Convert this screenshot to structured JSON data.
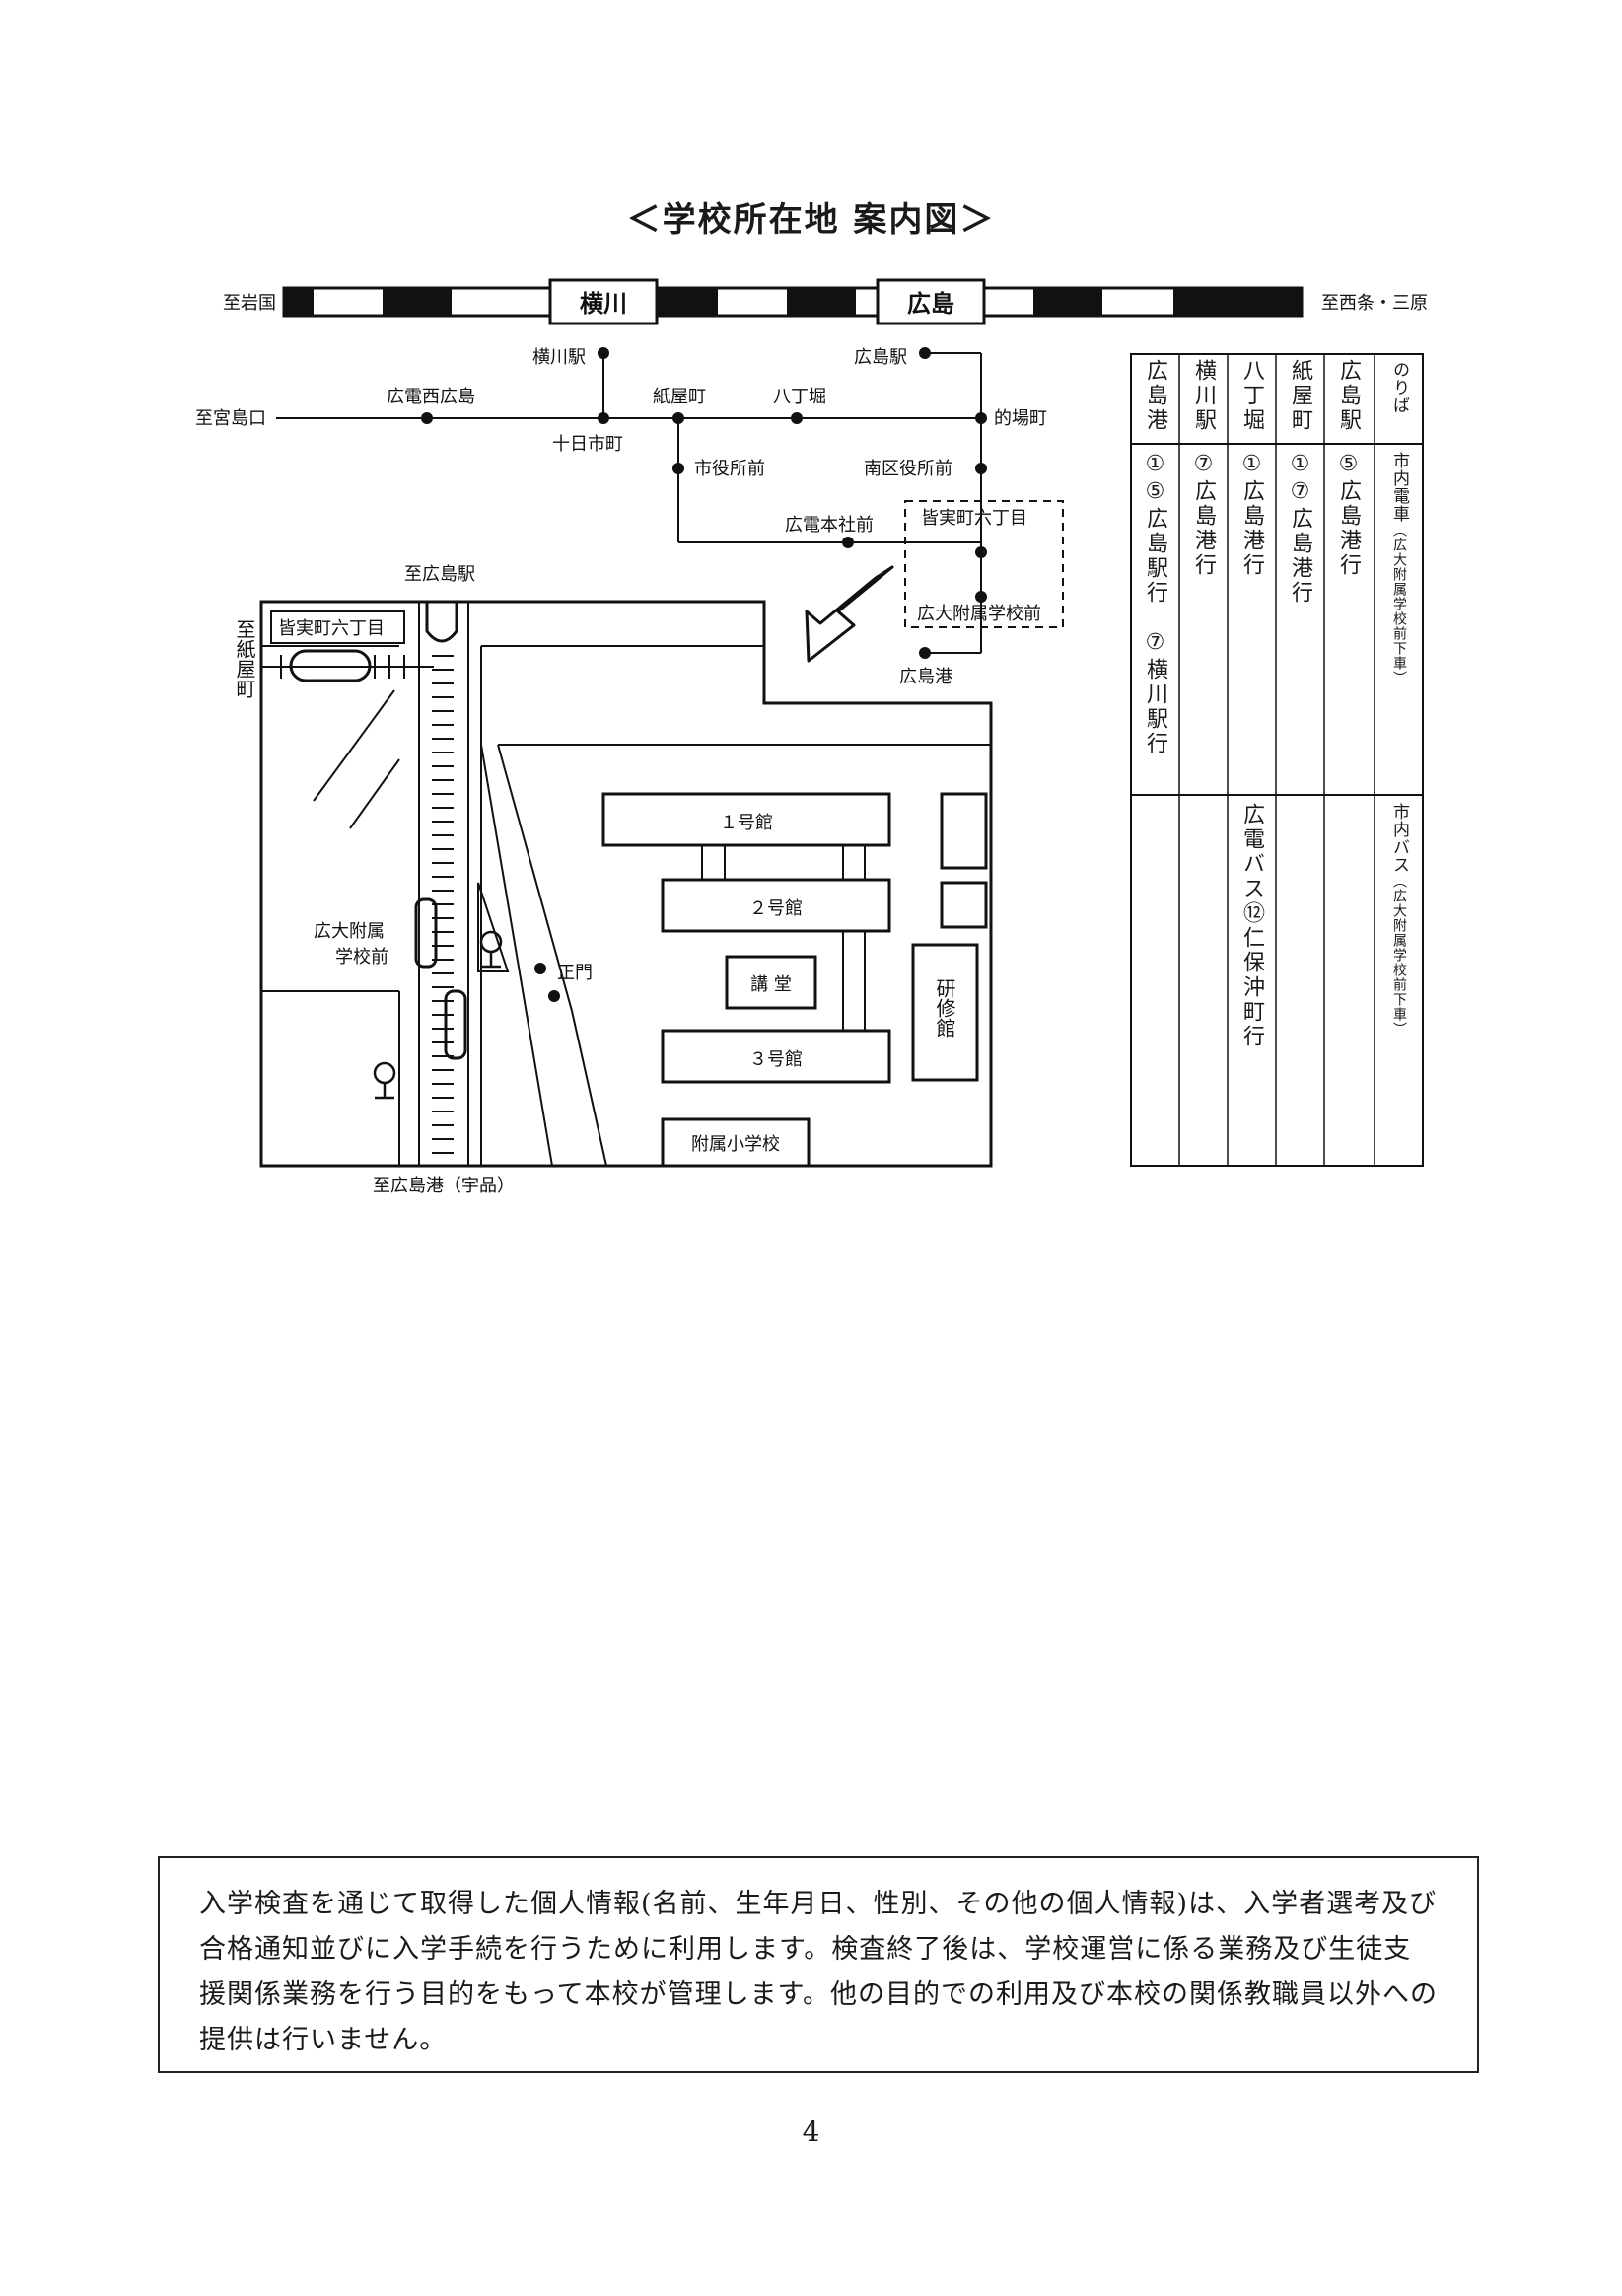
{
  "title": "＜学校所在地 案内図＞",
  "rail": {
    "left_dest": "至岩国",
    "right_dest": "至西条・三原",
    "station_yokogawa": "横川",
    "station_hiroshima": "広島"
  },
  "tram_stops": {
    "miyajimaguchi": "至宮島口",
    "hiroden_nishihiroshima": "広電西広島",
    "yokogawa_eki": "横川駅",
    "tokaichimachi": "十日市町",
    "kamiyacho": "紙屋町",
    "hatchobori": "八丁堀",
    "hiroshima_eki": "広島駅",
    "matobacho": "的場町",
    "shiyakusho_mae": "市役所前",
    "minamikuyakusho_mae": "南区役所前",
    "hiroden_honsha_mae": "広電本社前",
    "minamimachi_6": "皆実町六丁目",
    "fuzoku_gakko_mae": "広大附属学校前",
    "hiroshima_ko": "広島港"
  },
  "detail_map": {
    "to_hiroshima_station": "至広島駅",
    "to_kamiyacho": "至紙屋町",
    "minamimachi_6": "皆実町六丁目",
    "fuzoku_stop_1": "広大附属",
    "fuzoku_stop_2": "学校前",
    "main_gate": "正門",
    "to_ujina": "至広島港（宇品）",
    "building_1": "１号館",
    "building_2": "２号館",
    "auditorium": "講 堂",
    "building_3": "３号館",
    "kenshukan": "研修館",
    "elementary": "附属小学校"
  },
  "fare_table": {
    "columns": [
      {
        "header": "のりば",
        "row1": "市内電車",
        "row1_note": "（広大附属学校前下車）",
        "row2": "市内バス",
        "row2_note": "（広大附属学校前下車）"
      },
      {
        "header": "広島駅",
        "row1": "⑤広島港行",
        "row2": ""
      },
      {
        "header": "紙屋町",
        "row1": "①⑦広島港行",
        "row2": ""
      },
      {
        "header": "八丁堀",
        "row1": "①広島港行",
        "row2": "広電バス⑫仁保沖町行"
      },
      {
        "header": "横川駅",
        "row1": "⑦広島港行",
        "row2": ""
      },
      {
        "header": "広島港",
        "row1": "①⑤広島駅行　⑦横川駅行",
        "row2": ""
      }
    ]
  },
  "notice": "入学検査を通じて取得した個人情報(名前、生年月日、性別、その他の個人情報)は、入学者選考及び合格通知並びに入学手続を行うために利用します。検査終了後は、学校運営に係る業務及び生徒支援関係業務を行う目的をもって本校が管理します。他の目的での利用及び本校の関係教職員以外への提供は行いません。",
  "page_number": "4"
}
